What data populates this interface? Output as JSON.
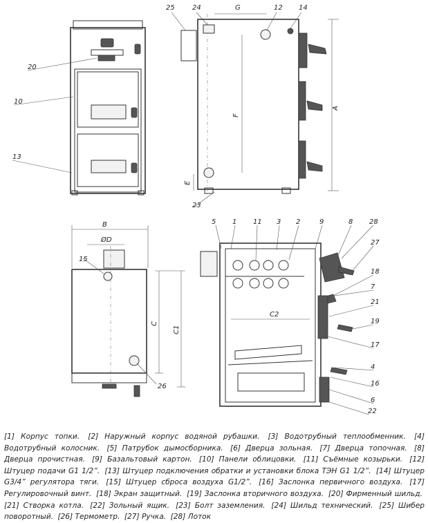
{
  "callouts": {
    "c20": "20",
    "c10": "10",
    "c13": "13",
    "c25": "25",
    "c24": "24",
    "cG": "G",
    "c12": "12",
    "c14": "14",
    "cF": "F",
    "cA": "A",
    "cE": "E",
    "c23": "23",
    "cB": "B",
    "cD": "ØD",
    "c15": "15",
    "cC": "C",
    "cC1": "C1",
    "c26": "26",
    "c5": "5",
    "c1": "1",
    "c11": "11",
    "c3": "3",
    "c2": "2",
    "c9": "9",
    "c8": "8",
    "c28": "28",
    "c27": "27",
    "c18": "18",
    "c7": "7",
    "c21": "21",
    "cC2": "C2",
    "c19": "19",
    "c17": "17",
    "c4": "4",
    "c16": "16",
    "c6": "6",
    "c22": "22"
  },
  "legend": [
    "[1] Корпус топки.",
    "[2] Наружный корпус водяной рубашки.",
    "[3] Водотрубный теплообменник.",
    "[4] Водотрубный колосник.",
    "[5] Патрубок дымосборника.",
    "[6] Дверца зольная.",
    "[7] Дверца топочная.",
    "[8] Дверца прочистная.",
    "[9] Базальтовый картон.",
    "[10] Панели облицовки.",
    "[11] Съёмные козырьки.",
    "[12] Штуцер подачи G1 1/2”.",
    "[13] Штуцер подключения обратки и установки блока ТЭН G1 1/2”.",
    "[14] Штуцер G3/4” регулятора тяги.",
    "[15] Штуцер сброса воздуха G1/2”.",
    "[16] Заслонка первичного воздуха.",
    "[17] Регулировочный винт.",
    "[18] Экран защитный.",
    "[19] Заслонка вторичного воздуха.",
    "[20] Фирменный шильд.",
    "[21] Створка котла.",
    "[22] Зольный ящик.",
    "[23] Болт заземления.",
    "[24] Шильд технический.",
    "[25] Шибер поворотный.",
    "[26] Термометр.",
    "[27] Ручка.",
    "[28] Лоток"
  ]
}
